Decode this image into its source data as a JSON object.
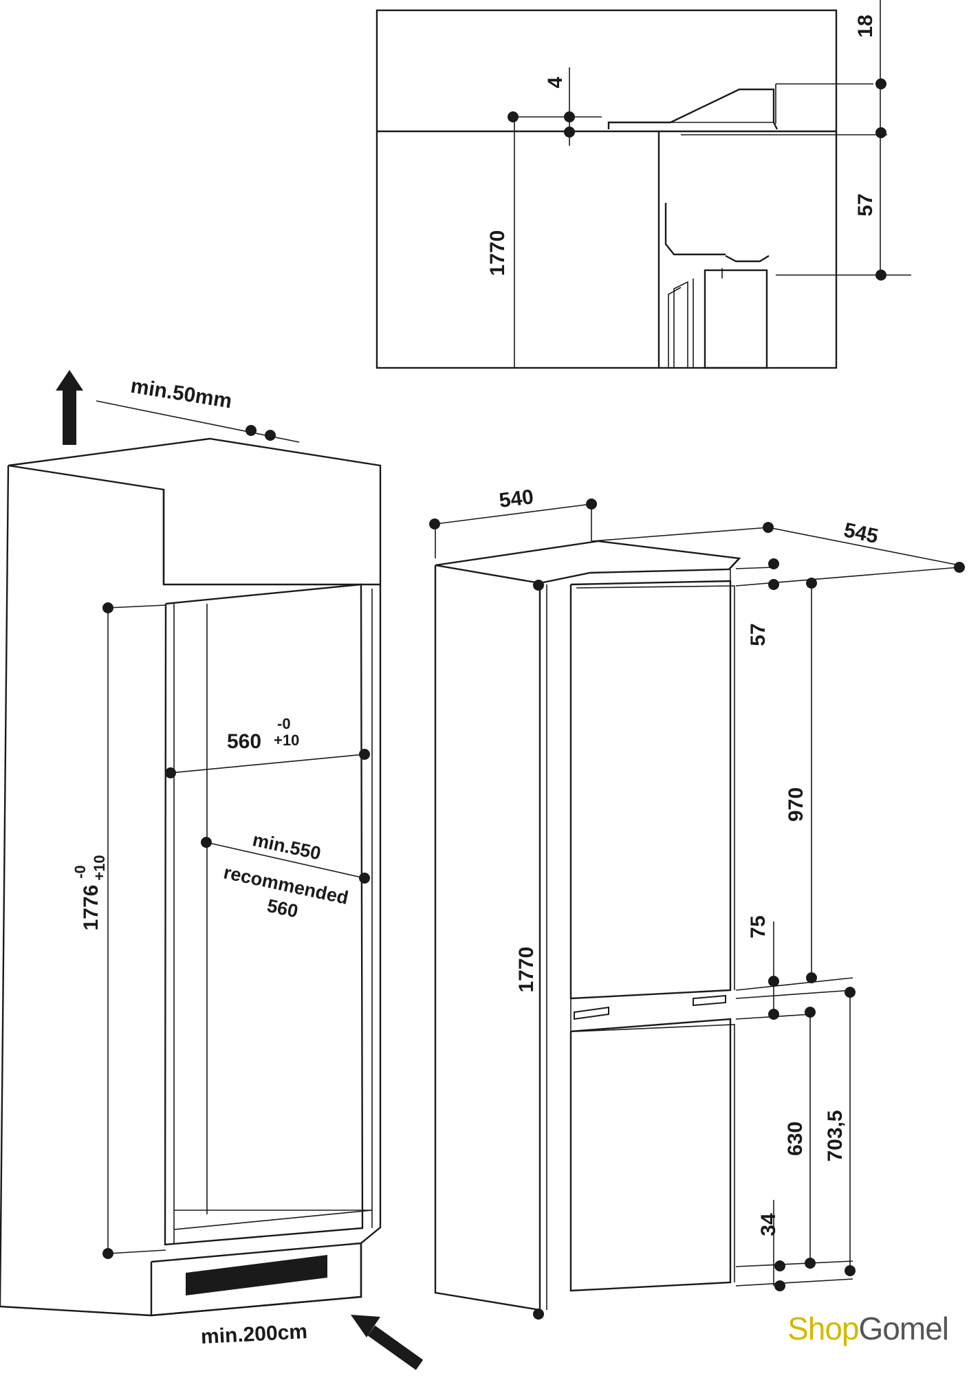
{
  "top_detail": {
    "dim_18": "18",
    "dim_4": "4",
    "dim_57": "57",
    "dim_1770": "1770"
  },
  "cabinet": {
    "min_top_gap": "min.50mm",
    "height": "1776",
    "height_tol_upper": "-0",
    "height_tol_lower": "+10",
    "width": "560",
    "width_tol_upper": "-0",
    "width_tol_lower": "+10",
    "depth_line1": "min.550",
    "depth_line2": "recommended",
    "depth_line3": "560",
    "ventilation": "min.200cm"
  },
  "appliance": {
    "width": "540",
    "depth": "545",
    "height": "1770",
    "dim_57": "57",
    "dim_970": "970",
    "dim_75": "75",
    "dim_630": "630",
    "dim_703": "703,5",
    "dim_34": "34"
  },
  "watermark": {
    "part1": "Shop",
    "part2": "Gomel"
  },
  "icons": [
    "up-arrow-icon",
    "inlet-arrow-icon"
  ]
}
